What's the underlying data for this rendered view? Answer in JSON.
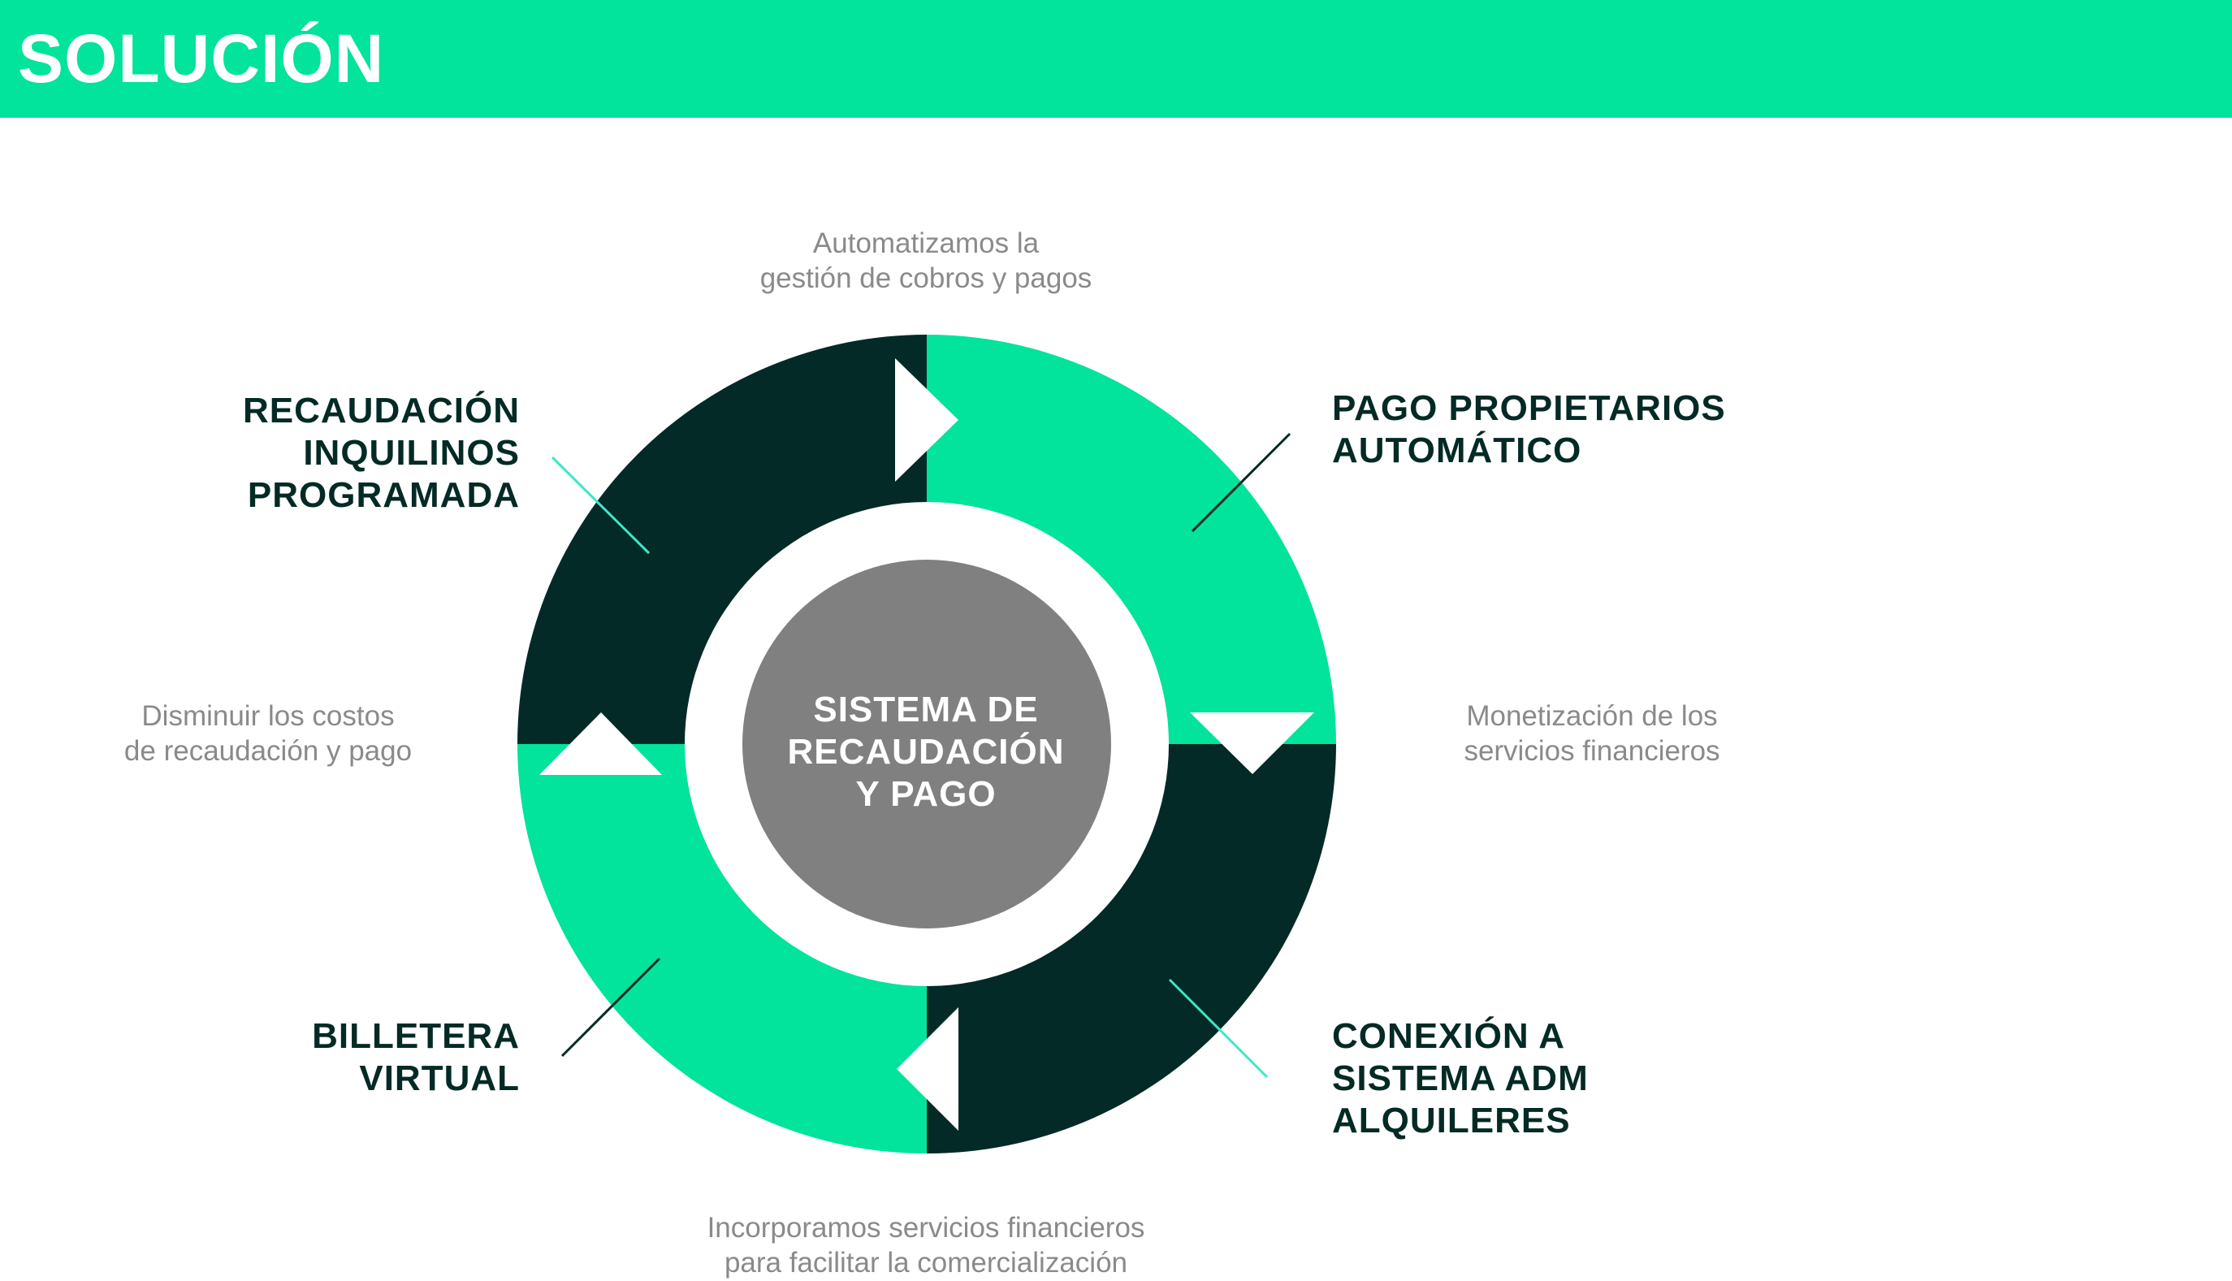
{
  "header": {
    "title": "SOLUCIÓN"
  },
  "center": {
    "lines": [
      "SISTEMA DE",
      "RECAUDACIÓN",
      "Y PAGO"
    ]
  },
  "segments": {
    "top_left": {
      "lines": [
        "RECAUDACIÓN",
        "INQUILINOS",
        "PROGRAMADA"
      ]
    },
    "top_right": {
      "lines": [
        "PAGO PROPIETARIOS",
        "AUTOMÁTICO"
      ]
    },
    "bottom_right": {
      "lines": [
        "CONEXIÓN A",
        "SISTEMA ADM",
        "ALQUILERES"
      ]
    },
    "bottom_left": {
      "lines": [
        "BILLETERA",
        "VIRTUAL"
      ]
    }
  },
  "descriptions": {
    "top": {
      "lines": [
        "Automatizamos la",
        "gestión de cobros y pagos"
      ]
    },
    "right": {
      "lines": [
        "Monetización de los",
        "servicios financieros"
      ]
    },
    "bottom": {
      "lines": [
        "Incorporamos servicios financieros",
        "para facilitar la comercialización"
      ]
    },
    "left": {
      "lines": [
        "Disminuir los costos",
        "de recaudación y pago"
      ]
    }
  },
  "colors": {
    "brand_green": "#02e39b",
    "dark_green": "#032a26",
    "center_gray": "#808080",
    "accent_cyan": "#3de8c9"
  }
}
